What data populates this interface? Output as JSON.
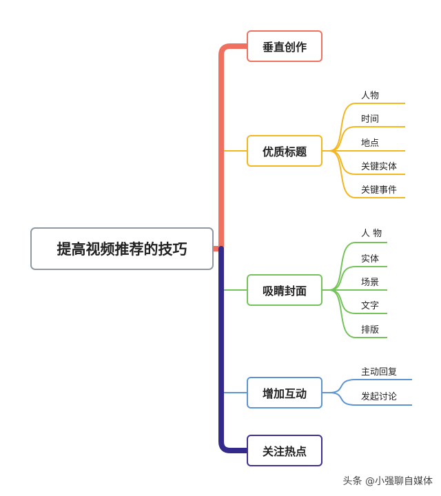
{
  "root": {
    "label": "提高视频推荐的技巧"
  },
  "branches": [
    {
      "label": "垂直创作",
      "color": "#f07060",
      "children": []
    },
    {
      "label": "优质标题",
      "color": "#f3b61f",
      "children": [
        "人物",
        "时间",
        "地点",
        "关键实体",
        "关键事件"
      ]
    },
    {
      "label": "吸睛封面",
      "color": "#74c35a",
      "children": [
        "人 物",
        "实体",
        "场景",
        "文字",
        "排版"
      ]
    },
    {
      "label": "增加互动",
      "color": "#5b93d3",
      "children": [
        "主动回复",
        "发起讨论"
      ]
    },
    {
      "label": "关注热点",
      "color": "#3b2f8f",
      "children": []
    }
  ],
  "colors": {
    "trunk_top": "#f07060",
    "trunk_bottom": "#332a8c",
    "root_border": "#8f97a0"
  },
  "watermark": "头条 @小强聊自媒体"
}
